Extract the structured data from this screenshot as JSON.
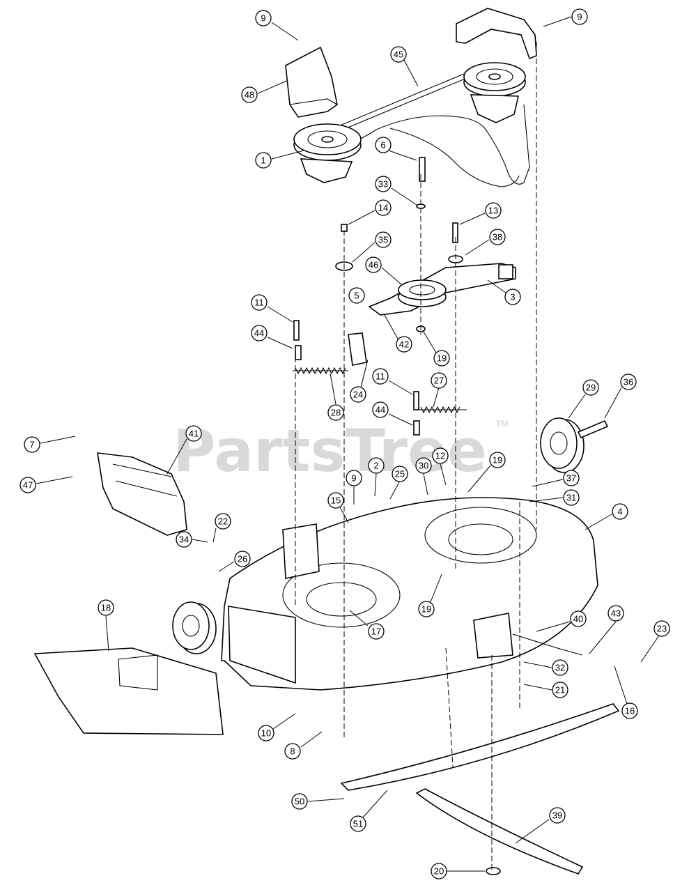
{
  "watermark": {
    "text": "PartsTree",
    "trademark": "TM"
  },
  "callouts": [
    {
      "id": "c9a",
      "label": "9"
    },
    {
      "id": "c9b",
      "label": "9"
    },
    {
      "id": "c45",
      "label": "45"
    },
    {
      "id": "c48",
      "label": "48"
    },
    {
      "id": "c1",
      "label": "1"
    },
    {
      "id": "c6",
      "label": "6"
    },
    {
      "id": "c33",
      "label": "33"
    },
    {
      "id": "c14",
      "label": "14"
    },
    {
      "id": "c13",
      "label": "13"
    },
    {
      "id": "c35",
      "label": "35"
    },
    {
      "id": "c38",
      "label": "38"
    },
    {
      "id": "c46",
      "label": "46"
    },
    {
      "id": "c5",
      "label": "5"
    },
    {
      "id": "c3",
      "label": "3"
    },
    {
      "id": "c11a",
      "label": "11"
    },
    {
      "id": "c44a",
      "label": "44"
    },
    {
      "id": "c42",
      "label": "42"
    },
    {
      "id": "c19a",
      "label": "19"
    },
    {
      "id": "c24",
      "label": "24"
    },
    {
      "id": "c28",
      "label": "28"
    },
    {
      "id": "c11b",
      "label": "11"
    },
    {
      "id": "c27",
      "label": "27"
    },
    {
      "id": "c44b",
      "label": "44"
    },
    {
      "id": "c29",
      "label": "29"
    },
    {
      "id": "c36",
      "label": "36"
    },
    {
      "id": "c7",
      "label": "7"
    },
    {
      "id": "c41",
      "label": "41"
    },
    {
      "id": "c47",
      "label": "47"
    },
    {
      "id": "c2",
      "label": "2"
    },
    {
      "id": "c30",
      "label": "30"
    },
    {
      "id": "c12",
      "label": "12"
    },
    {
      "id": "c19b",
      "label": "19"
    },
    {
      "id": "c25",
      "label": "25"
    },
    {
      "id": "c9c",
      "label": "9"
    },
    {
      "id": "c37",
      "label": "37"
    },
    {
      "id": "c31",
      "label": "31"
    },
    {
      "id": "c15",
      "label": "15"
    },
    {
      "id": "c22",
      "label": "22"
    },
    {
      "id": "c4",
      "label": "4"
    },
    {
      "id": "c34",
      "label": "34"
    },
    {
      "id": "c26",
      "label": "26"
    },
    {
      "id": "c19c",
      "label": "19"
    },
    {
      "id": "c17",
      "label": "17"
    },
    {
      "id": "c18",
      "label": "18"
    },
    {
      "id": "c40",
      "label": "40"
    },
    {
      "id": "c43",
      "label": "43"
    },
    {
      "id": "c23",
      "label": "23"
    },
    {
      "id": "c32",
      "label": "32"
    },
    {
      "id": "c21",
      "label": "21"
    },
    {
      "id": "c16",
      "label": "16"
    },
    {
      "id": "c10",
      "label": "10"
    },
    {
      "id": "c8",
      "label": "8"
    },
    {
      "id": "c50",
      "label": "50"
    },
    {
      "id": "c51",
      "label": "51"
    },
    {
      "id": "c39",
      "label": "39"
    },
    {
      "id": "c20",
      "label": "20"
    }
  ]
}
